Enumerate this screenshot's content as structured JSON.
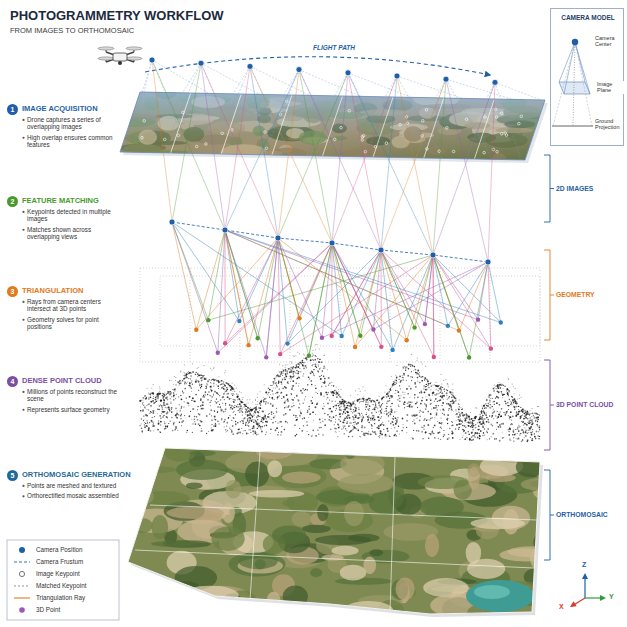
{
  "diagram": {
    "title": "PHOTOGRAMMETRY WORKFLOW",
    "nodes": [
      {
        "text": [
          "CAMERA MODEL",
          "Camera Center",
          "Image Plane",
          "Ground Projection"
        ]
      },
      {
        "text": [
          "1"
        ]
      },
      {
        "text": [
          "2"
        ]
      },
      {
        "text": [
          "3"
        ]
      },
      {
        "text": [
          "4"
        ]
      },
      {
        "text": [
          "5"
        ]
      }
    ],
    "labels": [
      "FROM IMAGES TO ORTHOMOSAIC",
      "FLIGHT PATH",
      "IMAGE ACQUISITION",
      "Drone captures a series of overlapping images",
      "High overlap ensures common features",
      "FEATURE MATCHING",
      "Keypoints detected in multiple images",
      "Matches shown across overlapping views",
      "TRIANGULATION",
      "Rays from camera centers intersect at 3D points",
      "Geometry solves for point positions",
      "DENSE POINT CLOUD",
      "Millions of points reconstruct the scene",
      "Represents surface geometry",
      "ORTHOMOSAIC GENERATION",
      "Points are meshed and textured",
      "Orthorectified mosaic assembled",
      "2D IMAGES",
      "GEOMETRY",
      "3D POINT CLOUD",
      "ORTHOMOSAIC",
      "Z",
      "Y",
      "X"
    ],
    "legend": [
      {
        "text": "Camera Position"
      },
      {
        "text": "Camera Frustum"
      },
      {
        "text": "Image Keypoint"
      },
      {
        "text": "Matched Keypoint"
      },
      {
        "text": "Triangulation Ray"
      },
      {
        "text": "3D Point"
      }
    ]
  }
}
